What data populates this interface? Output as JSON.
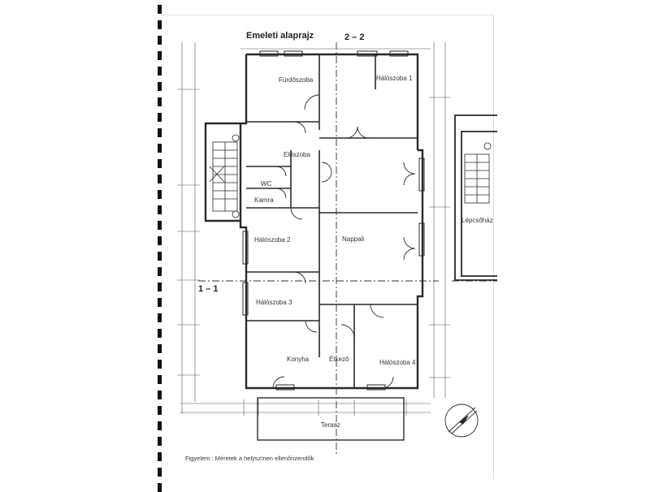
{
  "drawing": {
    "title": "Emeleti alaprajz",
    "section_a": "1 – 1",
    "section_b": "2 – 2",
    "note": "Figyelem : Méretek a helyszínen ellenőrizendők"
  },
  "rooms": {
    "furdoszoba": "Fürdőszoba",
    "haloszoba1": "Hálószoba 1",
    "eloszoba": "Előszoba",
    "wc": "WC",
    "kamra": "Kamra",
    "haloszoba2": "Hálószoba 2",
    "nappali": "Nappali",
    "haloszoba3": "Hálószoba 3",
    "konyha": "Konyha",
    "etkezo": "Étkező",
    "haloszoba4": "Hálószoba 4",
    "terasz": "Terasz",
    "lepcsohaz": "Lépcsőház"
  },
  "colors": {
    "ink": "#2a2a2a",
    "line": "#555555",
    "binding": "#111111"
  }
}
